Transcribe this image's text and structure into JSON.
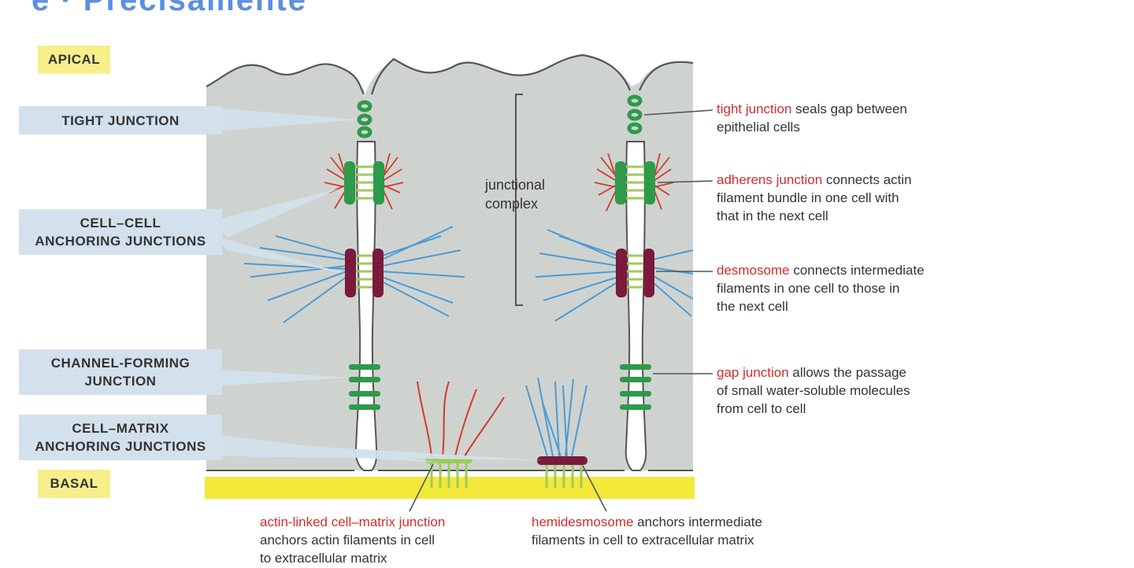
{
  "title_fragment": "e · Precisamente",
  "regions": {
    "apical": "APICAL",
    "basal": "BASAL"
  },
  "callouts": {
    "tight": [
      "TIGHT JUNCTION"
    ],
    "cell_cell": [
      "CELL–CELL",
      "ANCHORING JUNCTIONS"
    ],
    "channel": [
      "CHANNEL-FORMING",
      "JUNCTION"
    ],
    "cell_matrix": [
      "CELL–MATRIX",
      "ANCHORING JUNCTIONS"
    ]
  },
  "junctional_complex": [
    "junctional",
    "complex"
  ],
  "descriptions": {
    "tight": {
      "term": "tight junction",
      "rest": " seals gap between",
      "lines": [
        "epithelial cells"
      ]
    },
    "adherens": {
      "term": "adherens junction",
      "rest": " connects actin",
      "lines": [
        "filament bundle in one cell with",
        "that in the next cell"
      ]
    },
    "desmosome": {
      "term": "desmosome",
      "rest": " connects intermediate",
      "lines": [
        "filaments in one cell to those in",
        "the next cell"
      ]
    },
    "gap": {
      "term": "gap junction",
      "rest": " allows the passage",
      "lines": [
        "of small water-soluble molecules",
        "from cell to cell"
      ]
    },
    "actin_matrix": {
      "term": "actin-linked cell–matrix junction",
      "rest": "",
      "lines": [
        "anchors actin filaments in cell",
        "to extracellular matrix"
      ]
    },
    "hemidesmosome": {
      "term": "hemidesmosome",
      "rest": " anchors intermediate",
      "lines": [
        "filaments in cell to extracellular matrix"
      ]
    }
  },
  "colors": {
    "cell": "#cfd3d0",
    "outline": "#555555",
    "tight_green": "#2e9a4a",
    "actin_red": "#d23a2a",
    "keratin_blue": "#4b9bd6",
    "desmosome_maroon": "#7a1a3c",
    "basal_lamina": "#f2e93a",
    "label_box": "#d3e1ec",
    "tag_yellow": "#f7ef8a",
    "term_red": "#d22d2d"
  }
}
